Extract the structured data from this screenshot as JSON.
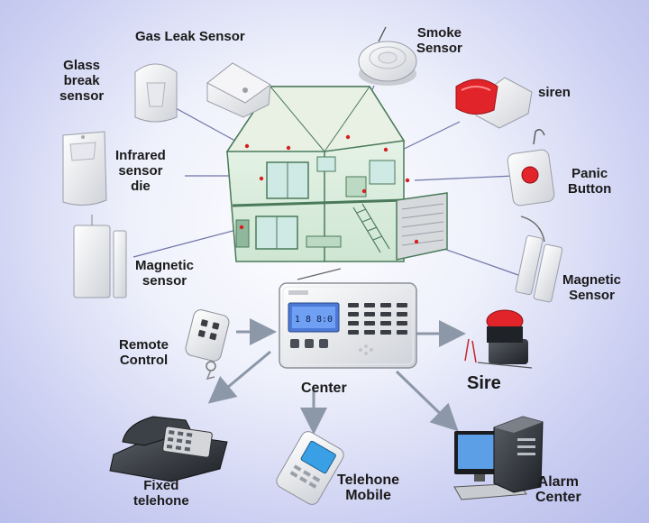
{
  "labels": {
    "gas_leak_sensor": "Gas Leak Sensor",
    "smoke_sensor": [
      "Smoke",
      "Sensor"
    ],
    "glass_break_sensor": [
      "Glass",
      "break",
      "sensor"
    ],
    "siren_top": "siren",
    "infrared_sensor": [
      "Infrared",
      "sensor",
      "die"
    ],
    "panic_button": [
      "Panic",
      "Button"
    ],
    "magnetic_sensor_left": [
      "Magnetic",
      "sensor"
    ],
    "magnetic_sensor_right": [
      "Magnetic",
      "Sensor"
    ],
    "remote_control": [
      "Remote",
      "Control"
    ],
    "center": "Center",
    "sire": "Sire",
    "fixed_telephone": [
      "Fixed",
      "telehone"
    ],
    "telephone_mobile": [
      "Telehone",
      "Mobile"
    ],
    "alarm_center": [
      "Alarm",
      "Center"
    ]
  },
  "panel": {
    "lcd_text": "1 8 8:0"
  },
  "colors": {
    "connector_line": "#6f74a8",
    "arrow": "#8c97a8",
    "house_wall": "#dff0df",
    "house_frame": "#4a7a5a",
    "siren_red": "#e0242a",
    "panic_red": "#e3242b"
  }
}
